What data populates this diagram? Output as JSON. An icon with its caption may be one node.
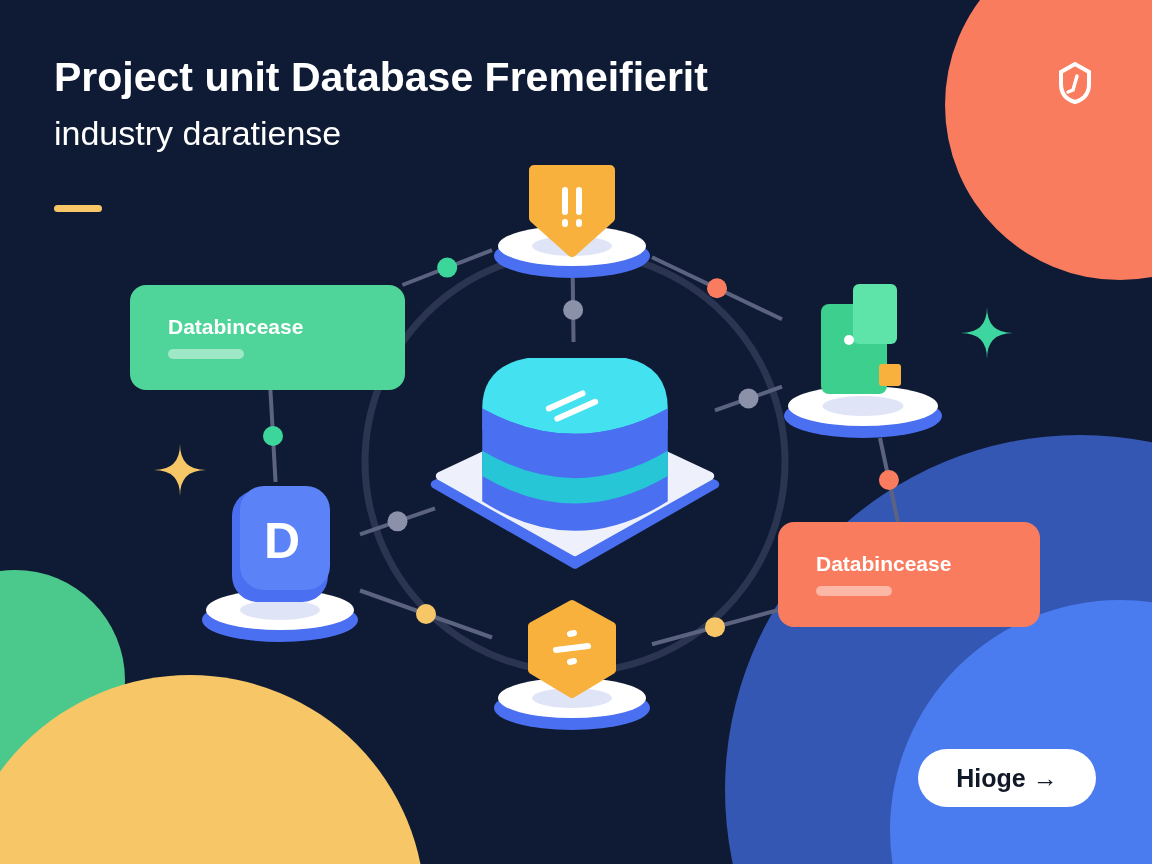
{
  "diagram": {
    "title": "Project unit Database Fremeifierit",
    "nodes": [
      {
        "text": [
          "Databincease"
        ]
      },
      {
        "text": [
          "Databincease"
        ]
      },
      {
        "text": [],
        "shape": "picture"
      },
      {
        "text": [],
        "shape": "picture"
      },
      {
        "text": [],
        "shape": "picture"
      },
      {
        "text": [],
        "shape": "picture"
      },
      {
        "text": [
          "D"
        ]
      }
    ],
    "edges": [
      {
        "from": 0,
        "to": 3,
        "arrow": "none"
      },
      {
        "from": 3,
        "to": 4,
        "arrow": "none"
      },
      {
        "from": 4,
        "to": 1,
        "arrow": "none"
      },
      {
        "from": 1,
        "to": 5,
        "arrow": "none"
      },
      {
        "from": 5,
        "to": 6,
        "arrow": "none"
      },
      {
        "from": 6,
        "to": 0,
        "arrow": "none"
      },
      {
        "from": 2,
        "to": 3,
        "arrow": "none"
      },
      {
        "from": 2,
        "to": 4,
        "arrow": "none"
      },
      {
        "from": 2,
        "to": 6,
        "arrow": "none"
      }
    ],
    "labels": [
      "industry daratiense",
      "Hioge →"
    ]
  }
}
